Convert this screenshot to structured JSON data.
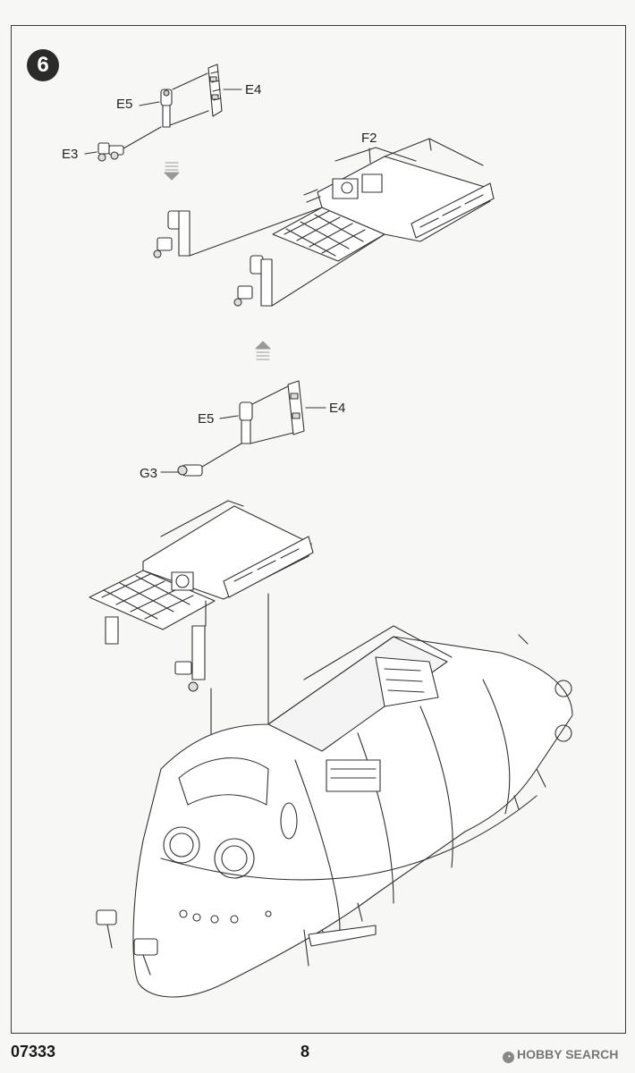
{
  "step": {
    "number": "6"
  },
  "labels": {
    "e5_top": "E5",
    "e4_top": "E4",
    "e3": "E3",
    "f2": "F2",
    "e5_mid": "E5",
    "e4_mid": "E4",
    "g3": "G3"
  },
  "footer": {
    "kit_number": "07333",
    "page_number": "8"
  },
  "watermark": {
    "brand": "HOBBY",
    "suffix": "SEARCH"
  }
}
